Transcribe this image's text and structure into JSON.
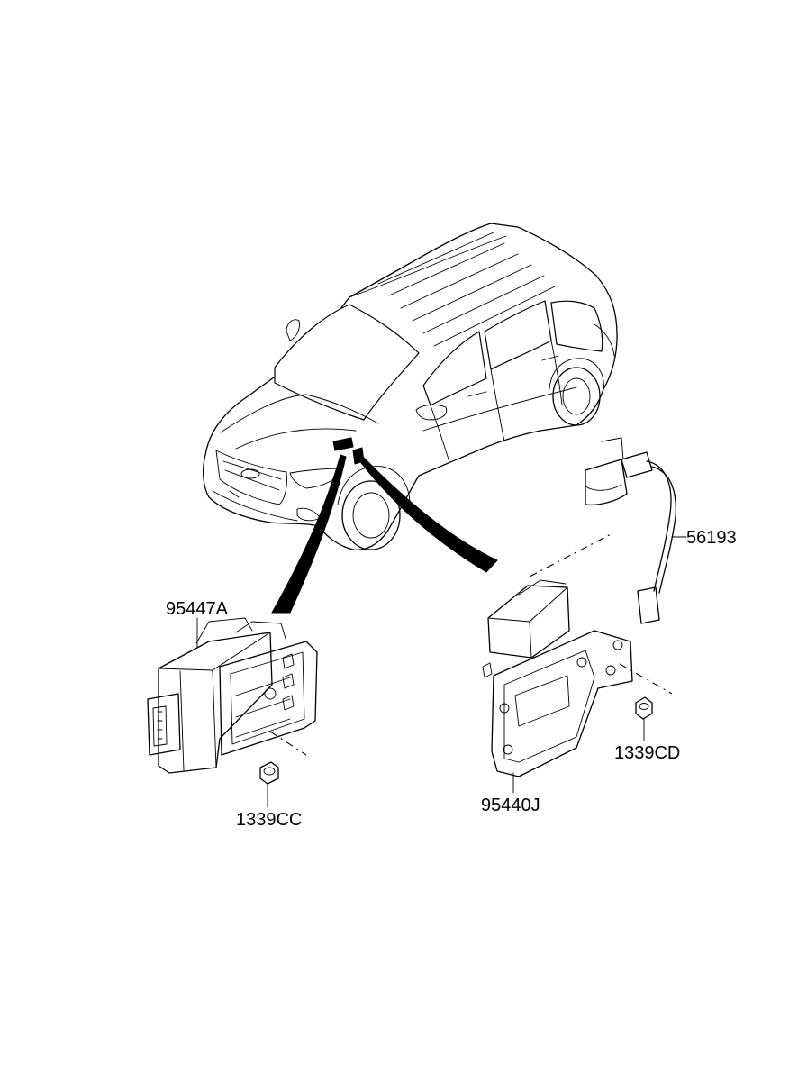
{
  "parts": [
    {
      "id": "part-95447A",
      "number": "95447A"
    },
    {
      "id": "part-56193",
      "number": "56193"
    },
    {
      "id": "part-1339CD",
      "number": "1339CD"
    },
    {
      "id": "part-1339CC",
      "number": "1339CC"
    },
    {
      "id": "part-95440J",
      "number": "95440J"
    }
  ]
}
